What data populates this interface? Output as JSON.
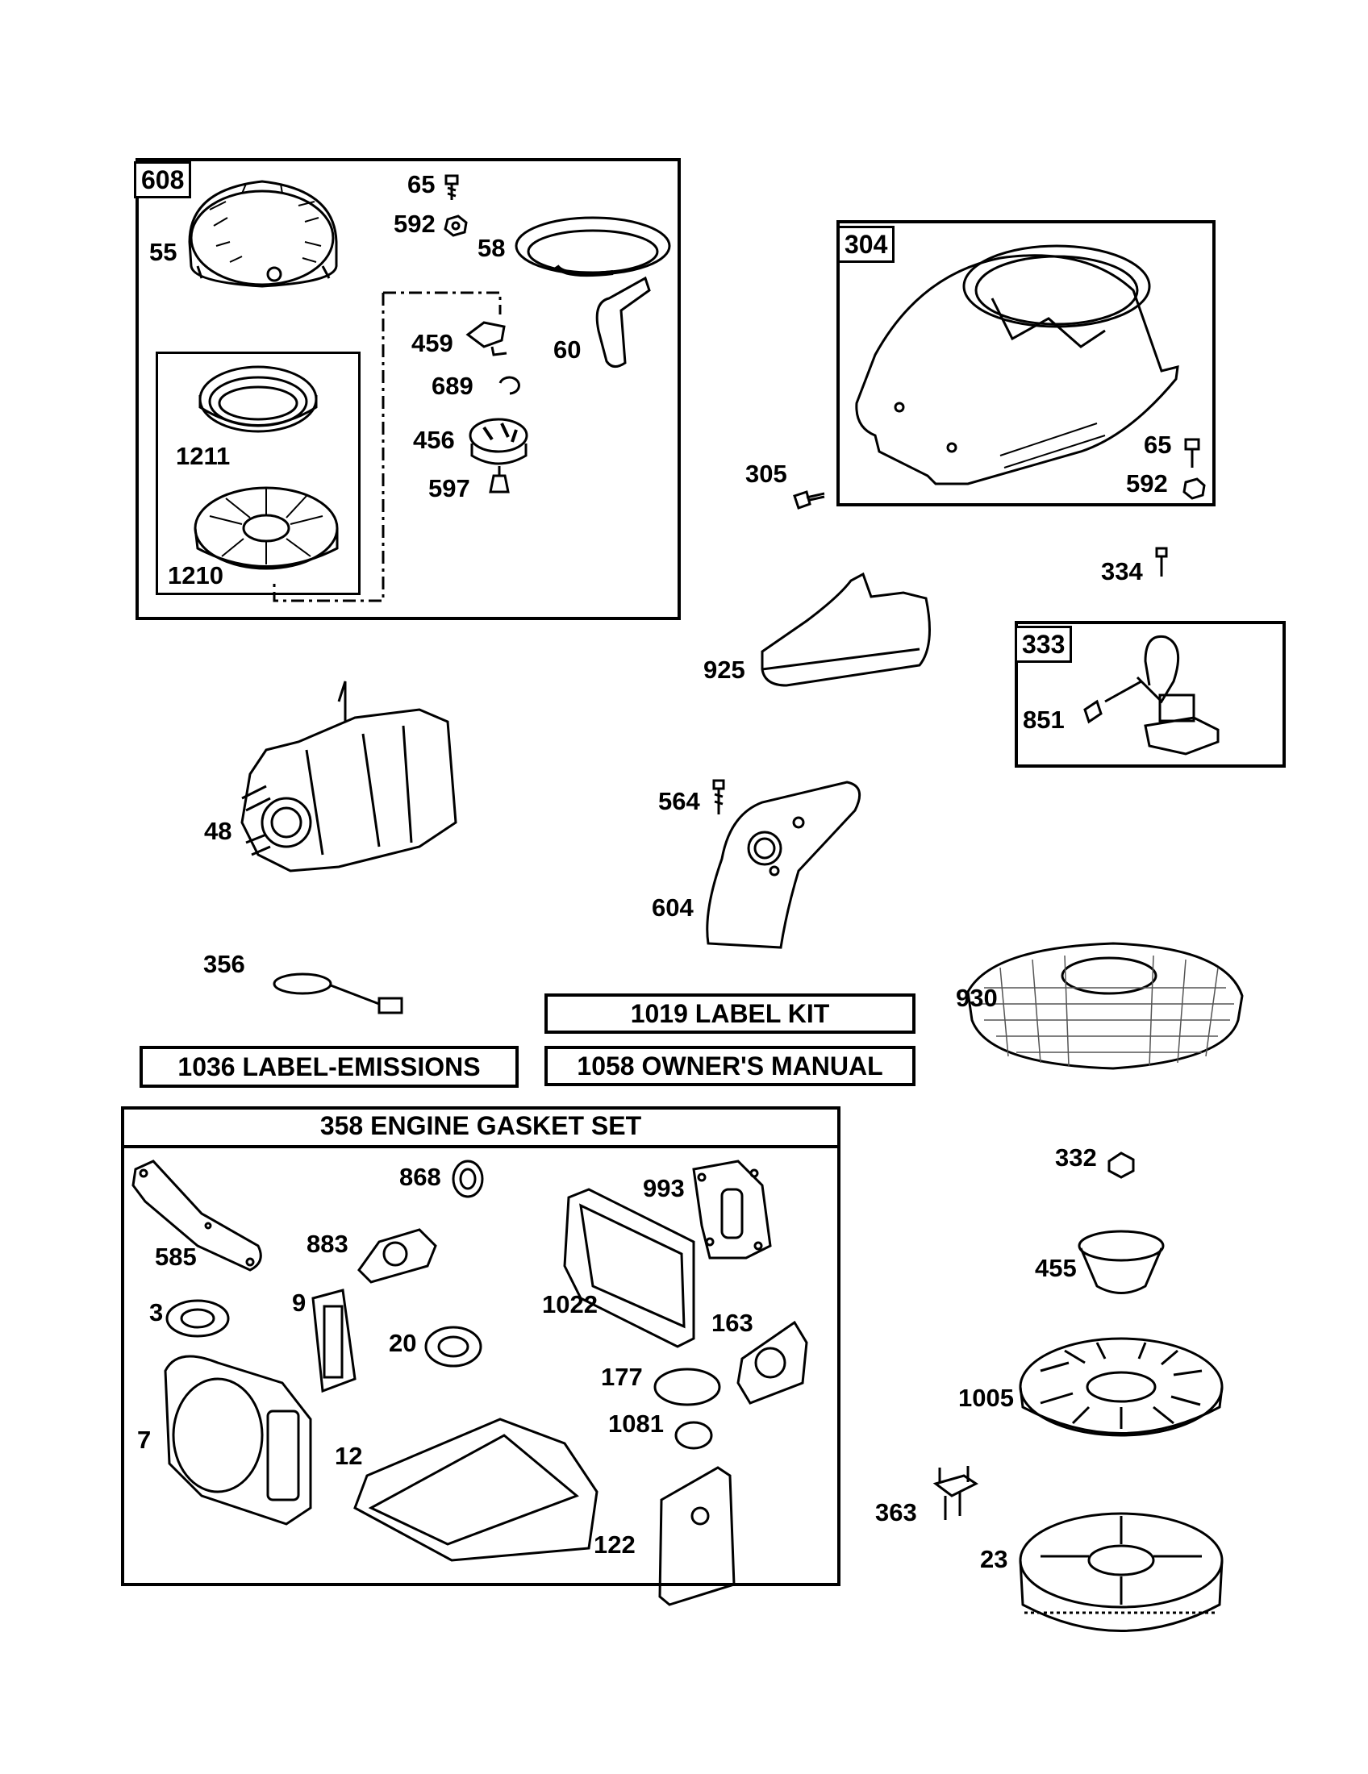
{
  "groups": {
    "rewind_starter": "608",
    "blower_housing": "304",
    "armature": "333"
  },
  "boxes": {
    "label_kit": "1019 LABEL KIT",
    "label_emissions": "1036 LABEL-EMISSIONS",
    "owners_manual": "1058 OWNER'S MANUAL",
    "gasket_set": "358 ENGINE GASKET SET"
  },
  "parts": {
    "p65a": "65",
    "p592a": "592",
    "p55": "55",
    "p58": "58",
    "p459": "459",
    "p60": "60",
    "p689": "689",
    "p456": "456",
    "p597": "597",
    "p1211": "1211",
    "p1210": "1210",
    "p305": "305",
    "p65b": "65",
    "p592b": "592",
    "p334": "334",
    "p925": "925",
    "p851": "851",
    "p48": "48",
    "p564": "564",
    "p604": "604",
    "p356": "356",
    "p930": "930",
    "p868": "868",
    "p993": "993",
    "p585": "585",
    "p883": "883",
    "p3": "3",
    "p9": "9",
    "p1022": "1022",
    "p163": "163",
    "p20": "20",
    "p177": "177",
    "p7": "7",
    "p1081": "1081",
    "p12": "12",
    "p122": "122",
    "p332": "332",
    "p455": "455",
    "p1005": "1005",
    "p363": "363",
    "p23": "23"
  },
  "colors": {
    "ink": "#000000",
    "paper": "#ffffff",
    "shade": "#9a9a9a"
  }
}
